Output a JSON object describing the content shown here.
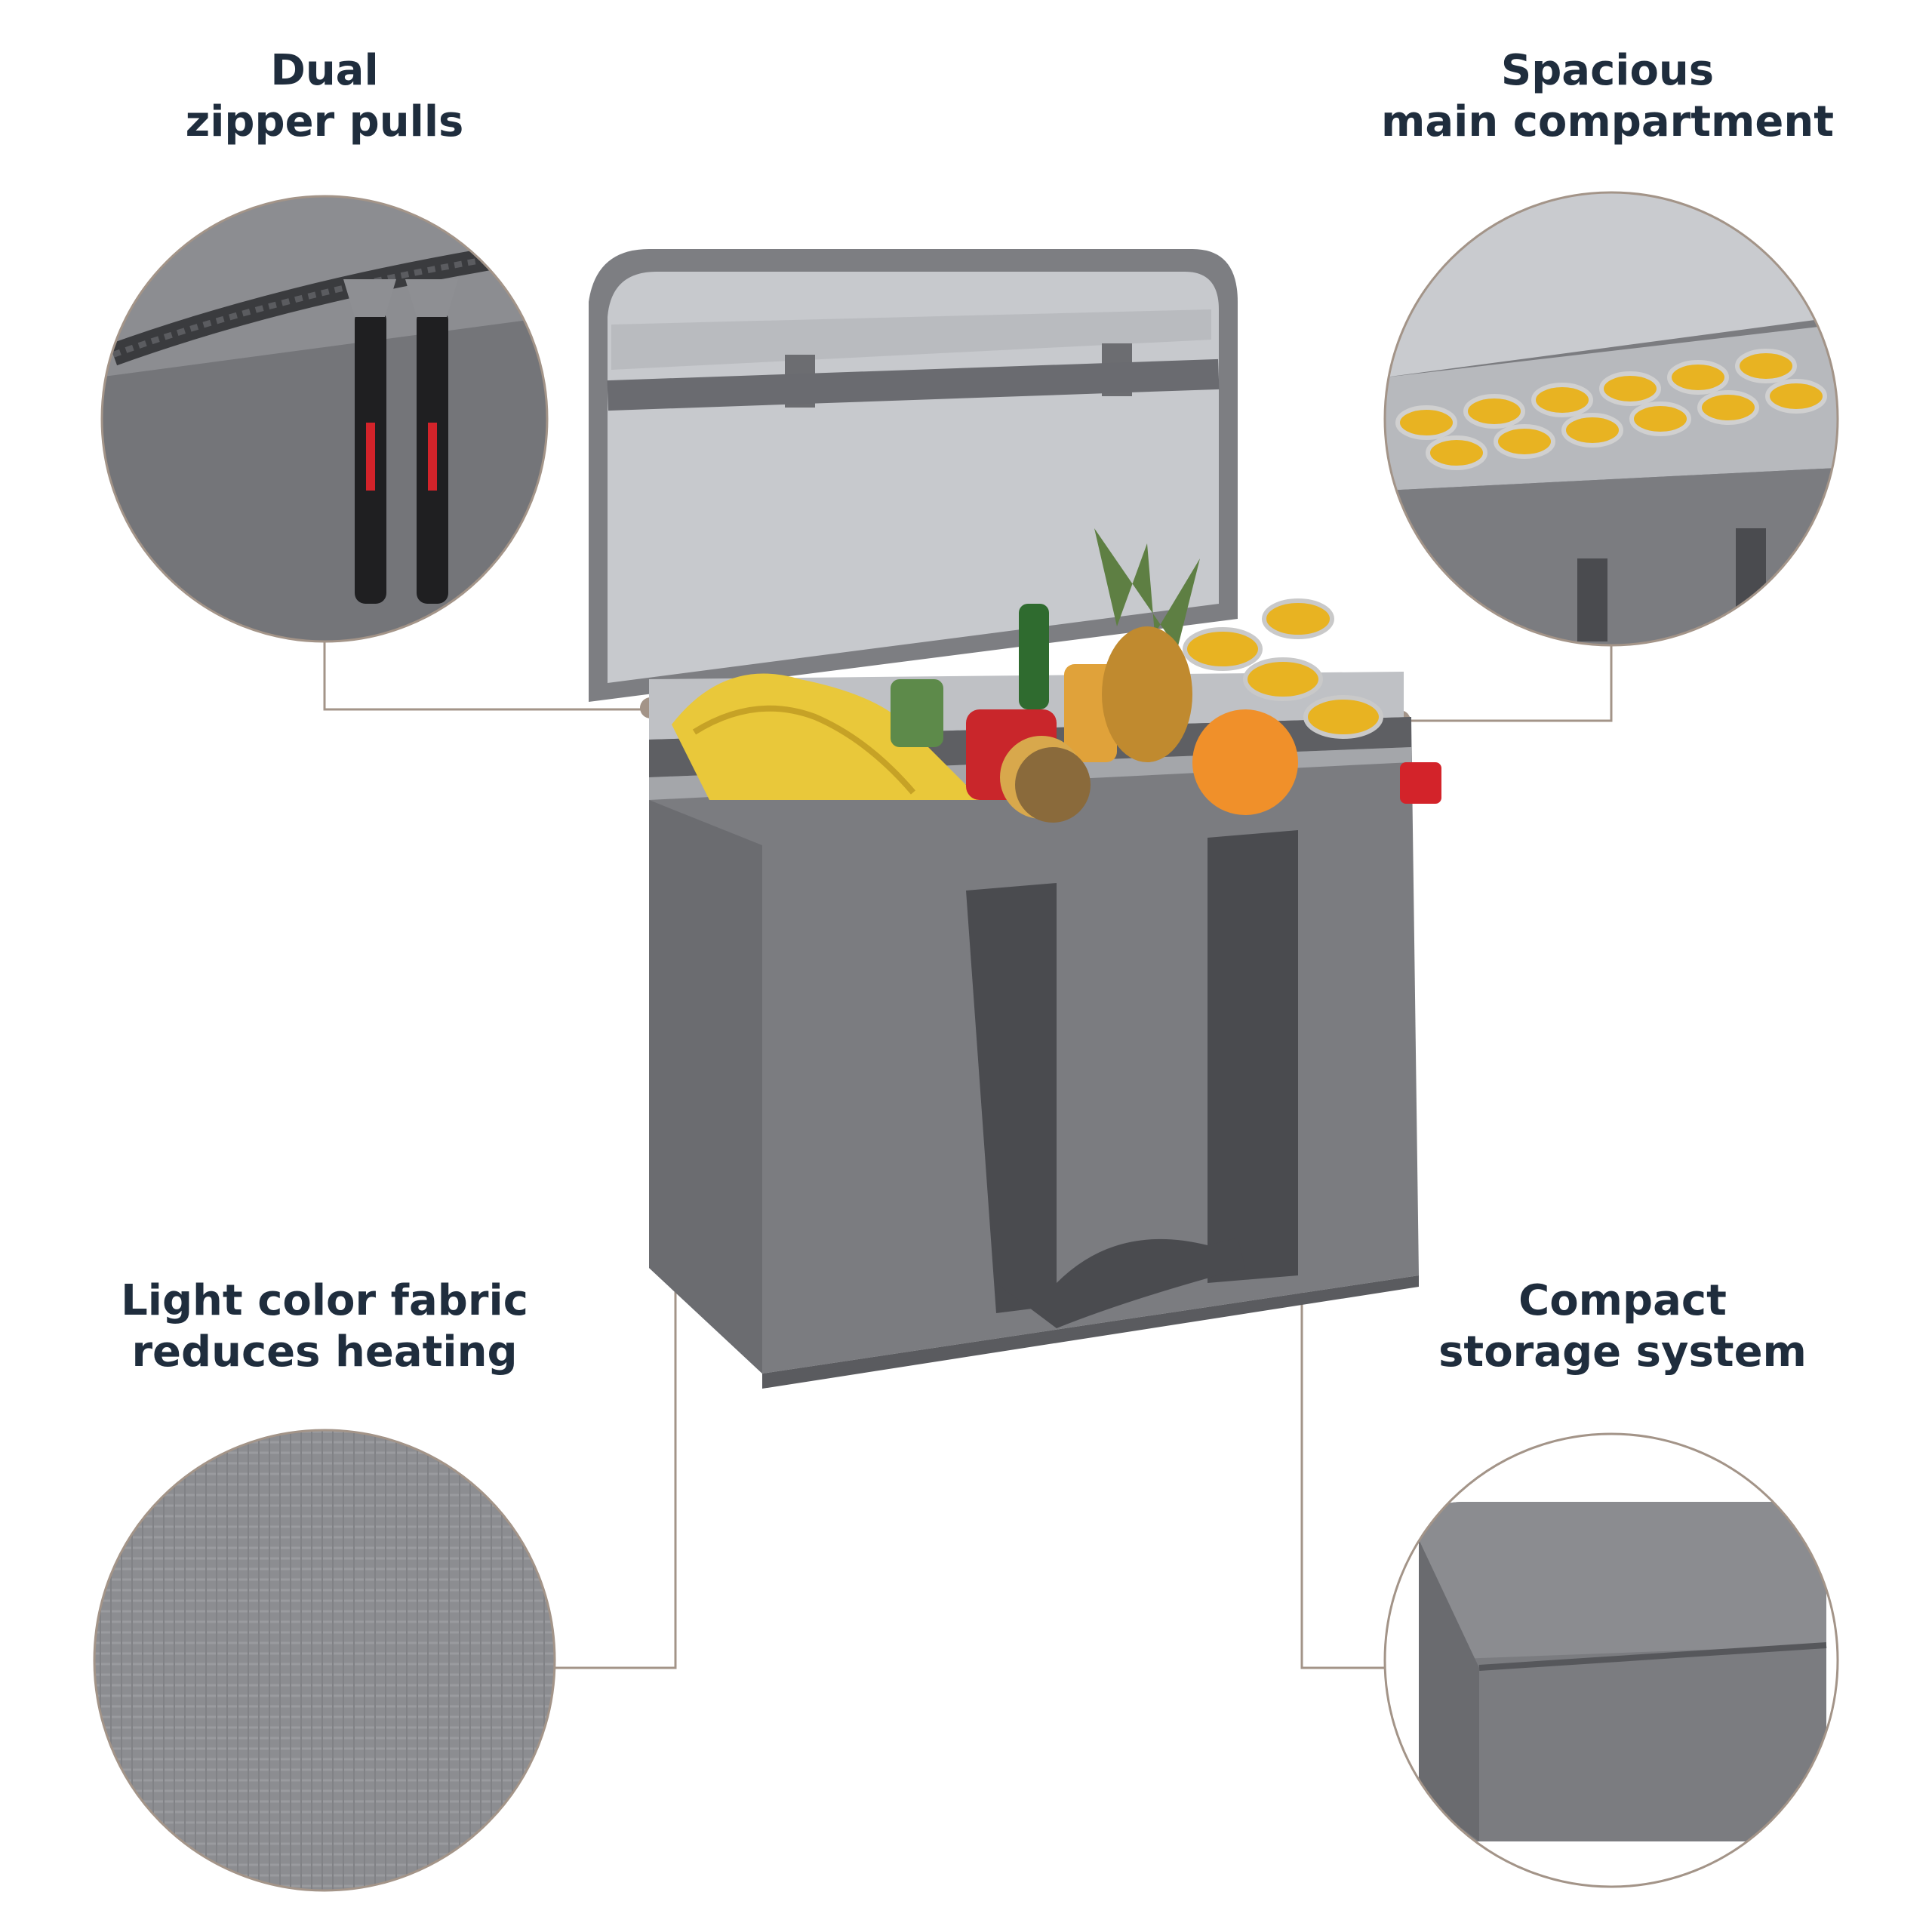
{
  "features": {
    "top_left": {
      "line1": "Dual",
      "line2": "zipper pulls"
    },
    "top_right": {
      "line1": "Spacious",
      "line2": "main compartment"
    },
    "bottom_left": {
      "line1": "Light color fabric",
      "line2": "reduces heating"
    },
    "bottom_right": {
      "line1": "Compact",
      "line2": "storage system"
    }
  },
  "colors": {
    "bag_body": "#7b7c80",
    "strap": "#4a4b4f",
    "lining": "#c9cbcf",
    "leader_line": "#a39488",
    "caption_text": "#1f2d3d",
    "pull_tab_accent": "#d3232a"
  }
}
